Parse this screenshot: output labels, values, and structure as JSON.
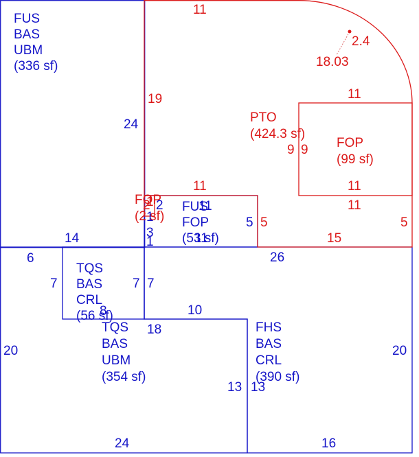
{
  "areas": {
    "fus_upper": [
      "FUS",
      "BAS",
      "UBM",
      "(336 sf)"
    ],
    "pto": [
      "PTO",
      "(424.3 sf)"
    ],
    "fop_right": [
      "FOP",
      "(99 sf)"
    ],
    "fop_small": [
      "FOP",
      "(2 sf)"
    ],
    "fus_fop": [
      "FUS",
      "FOP",
      "(53 sf)"
    ],
    "tqs_crl": [
      "TQS",
      "BAS",
      "CRL",
      "(56 sf)"
    ],
    "tqs_ubm": [
      "TQS",
      "BAS",
      "UBM",
      "(354 sf)"
    ],
    "fhs_crl": [
      "FHS",
      "BAS",
      "CRL",
      "(390 sf)"
    ]
  },
  "dimensions": {
    "d_top_11": "11",
    "d_arc_24": "2.4",
    "d_arc_1803": "18.03",
    "d_19": "19",
    "d_24_left": "24",
    "d_fop_top_11": "11",
    "d_9a": "9",
    "d_9b": "9",
    "d_fop_bot_11": "11",
    "d_fus_top_11": "11",
    "d_11_right": "11",
    "d_5_right": "5",
    "d_fop_2a": "2",
    "d_fop_2b": "2",
    "d_fop_1a": "1",
    "d_fop_1b": "1",
    "d_1_blue": "1",
    "d_3_blue": "3",
    "d_fus_11": "11",
    "d_fus_11b": "11",
    "d_5_blue": "5",
    "d_5_red": "5",
    "d_15": "15",
    "d_14": "14",
    "d_6": "6",
    "d_26": "26",
    "d_7a": "7",
    "d_7b": "7",
    "d_7c": "7",
    "d_8": "8",
    "d_10": "10",
    "d_18": "18",
    "d_20_left": "20",
    "d_20_right": "20",
    "d_13a": "13",
    "d_13b": "13",
    "d_24_bottom": "24",
    "d_16": "16"
  }
}
